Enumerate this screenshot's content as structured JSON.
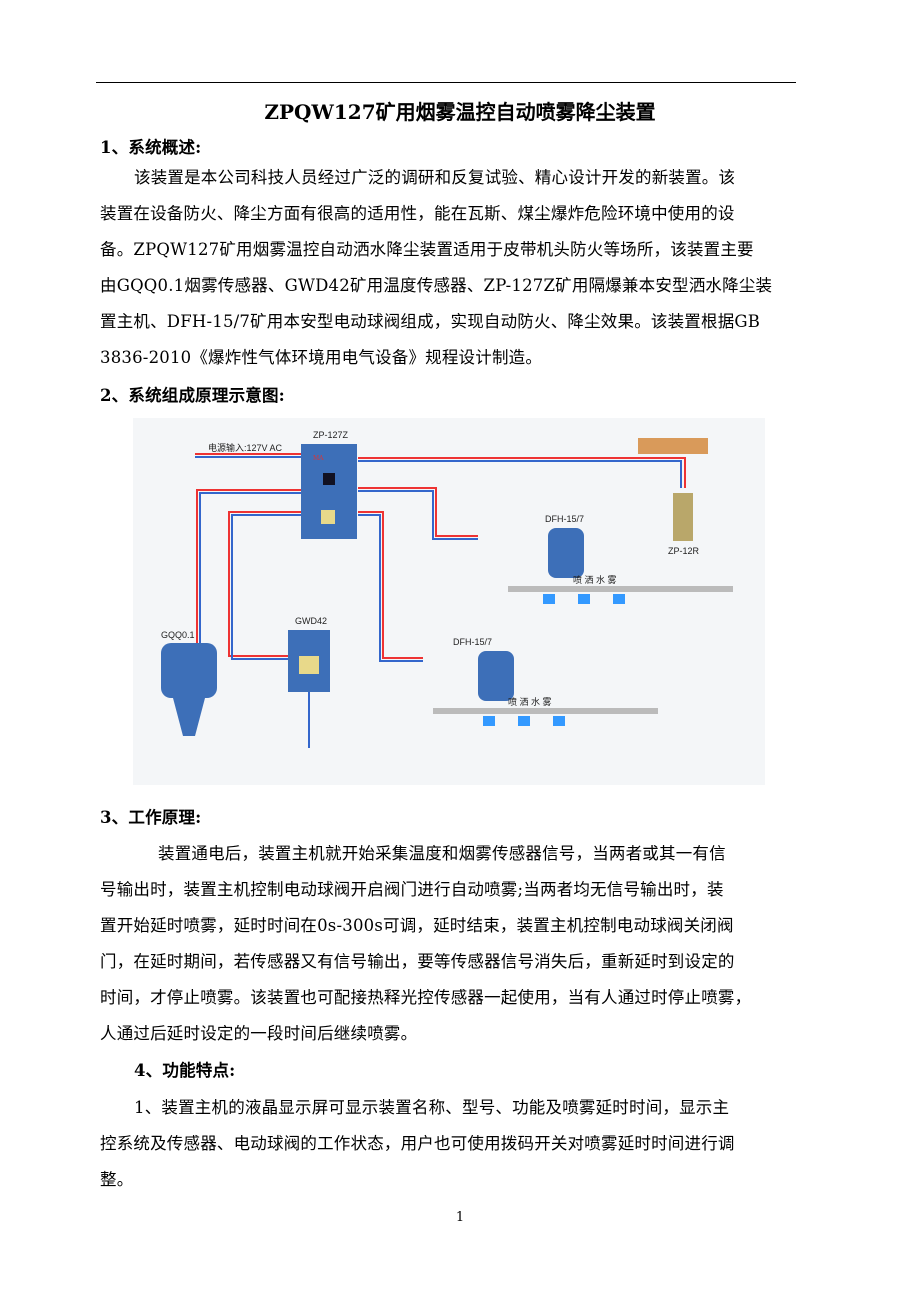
{
  "title": "ZPQW127矿用烟雾温控自动喷雾降尘装置",
  "sections": [
    {
      "heading": "1、系统概述:",
      "lines": [
        "该装置是本公司科技人员经过广泛的调研和反复试验、精心设计开发的新装置。该",
        "装置在设备防火、降尘方面有很高的适用性，能在瓦斯、煤尘爆炸危险环境中使用的设",
        "备。ZPQW127矿用烟雾温控自动洒水降尘装置适用于皮带机头防火等场所，该装置主要",
        "由GQQ0.1烟雾传感器、GWD42矿用温度传感器、ZP-127Z矿用隔爆兼本安型洒水降尘装",
        "置主机、DFH-15/7矿用本安型电动球阀组成，实现自动防火、降尘效果。该装置根据GB",
        "3836-2010《爆炸性气体环境用电气设备》规程设计制造。"
      ]
    },
    {
      "heading": "2、系统组成原理示意图:"
    },
    {
      "heading": "3、工作原理:",
      "lines": [
        "装置通电后，装置主机就开始采集温度和烟雾传感器信号，当两者或其一有信",
        "号输出时，装置主机控制电动球阀开启阀门进行自动喷雾;当两者均无信号输出时，装",
        "置开始延时喷雾，延时时间在0s-300s可调，延时结束，装置主机控制电动球阀关闭阀",
        "门，在延时期间，若传感器又有信号输出，要等传感器信号消失后，重新延时到设定的",
        "时间，才停止喷雾。该装置也可配接热释光控传感器一起使用，当有人通过时停止喷雾，",
        "人通过后延时设定的一段时间后继续喷雾。"
      ]
    },
    {
      "heading": "4、功能特点:",
      "lines": [
        "1、装置主机的液晶显示屏可显示装置名称、型号、功能及喷雾延时时间，显示主",
        "控系统及传感器、电动球阀的工作状态，用户也可使用拨码开关对喷雾延时时间进行调",
        "整。"
      ]
    }
  ],
  "diagram": {
    "main_unit": "ZP-127Z",
    "power_input": "电源输入:127V AC",
    "valve_1": "DFH-15/7",
    "valve_2": "DFH-15/7",
    "smoke_sensor": "GQQ0.1",
    "temp_sensor": "GWD42",
    "extra_sensor": "ZP-12R",
    "spray_1": "喷 洒 水 雾",
    "spray_2": "喷 洒 水 雾",
    "mark": "MA"
  },
  "page_number": "1"
}
